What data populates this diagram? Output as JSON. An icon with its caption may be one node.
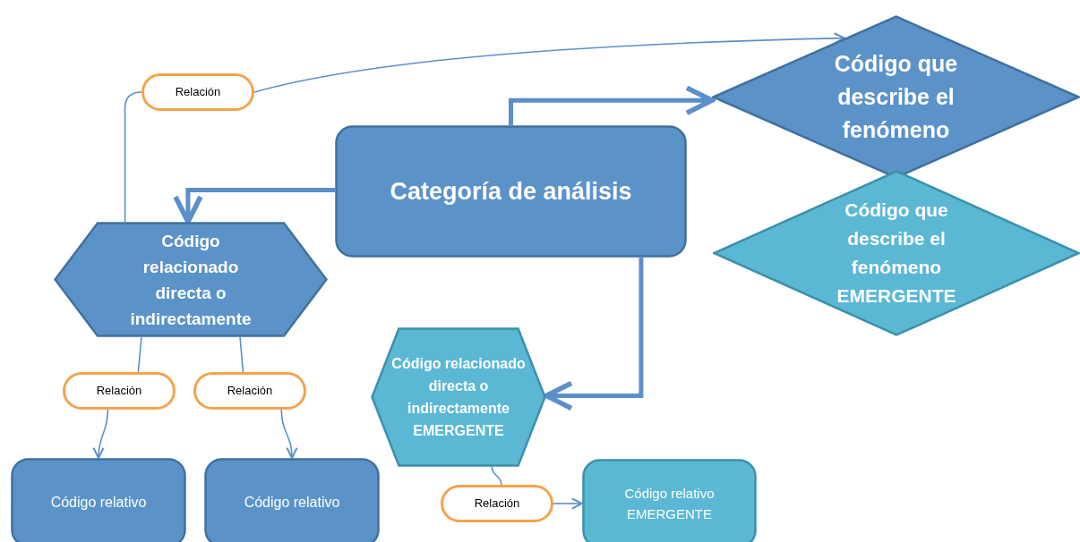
{
  "diagram": {
    "nodes": [
      {
        "text": [
          "Relación"
        ]
      },
      {
        "text": [
          "Código que describe el fenómeno"
        ]
      },
      {
        "text": [
          "Categoría de análisis"
        ]
      },
      {
        "text": [
          "Código que describe el fenómeno EMERGENTE"
        ]
      },
      {
        "text": [
          "Código relacionado directa o indirectamente"
        ]
      },
      {
        "text": [
          "Relación"
        ]
      },
      {
        "text": [
          "Relación"
        ]
      },
      {
        "text": [
          "Código relacionado directa o indirectamente EMERGENTE"
        ]
      },
      {
        "text": [
          "Código relativo"
        ]
      },
      {
        "text": [
          "Código relativo"
        ]
      },
      {
        "text": [
          "Relación"
        ]
      },
      {
        "text": [
          "Código relativo EMERGENTE"
        ]
      }
    ],
    "edges": [
      {
        "from": 4,
        "to": 0,
        "arrow": "none"
      },
      {
        "from": 0,
        "to": 1,
        "arrow": "to"
      },
      {
        "from": 2,
        "to": 1,
        "arrow": "to",
        "style": "thick"
      },
      {
        "from": 2,
        "to": 4,
        "arrow": "to",
        "style": "thick"
      },
      {
        "from": 2,
        "to": 7,
        "arrow": "to",
        "style": "thick"
      },
      {
        "from": 4,
        "to": 5,
        "arrow": "none"
      },
      {
        "from": 5,
        "to": 8,
        "arrow": "to"
      },
      {
        "from": 4,
        "to": 6,
        "arrow": "none"
      },
      {
        "from": 6,
        "to": 9,
        "arrow": "to"
      },
      {
        "from": 7,
        "to": 10,
        "arrow": "none"
      },
      {
        "from": 10,
        "to": 11,
        "arrow": "to"
      }
    ]
  }
}
